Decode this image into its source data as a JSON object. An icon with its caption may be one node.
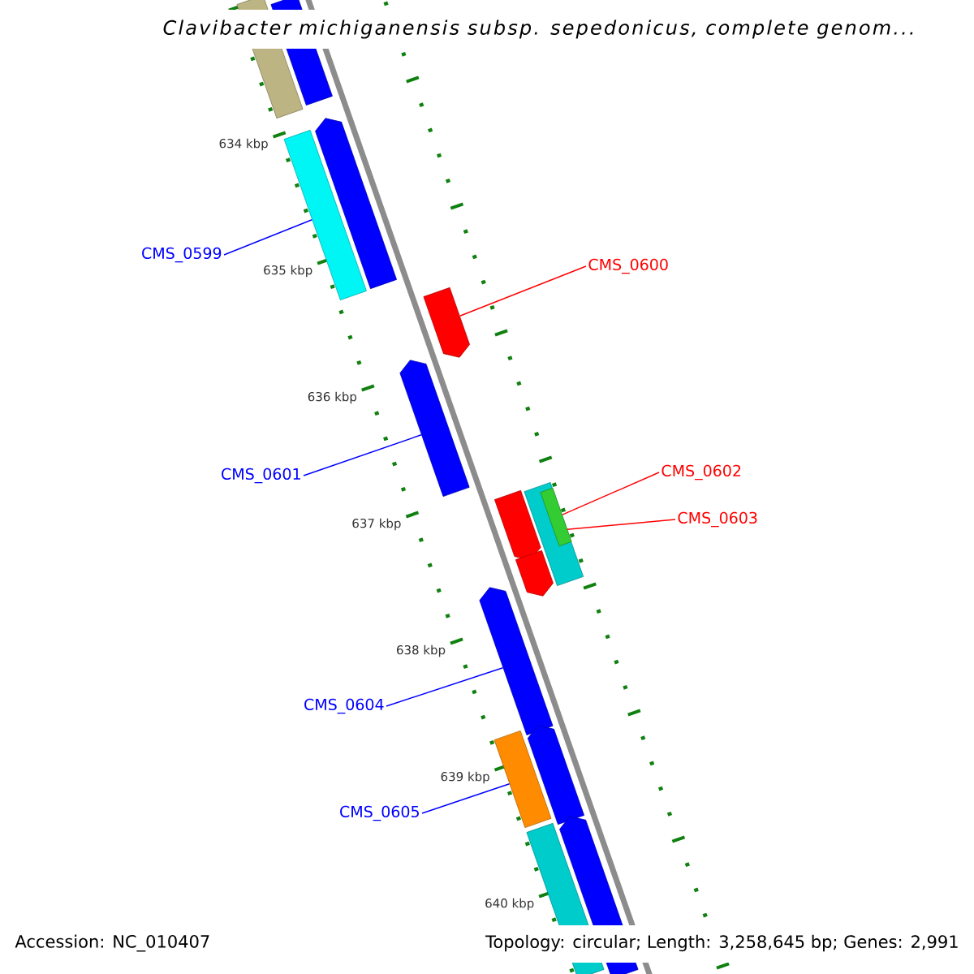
{
  "diagram": {
    "title": "Clavibacter michiganensis subsp. sepedonicus, complete genom...",
    "nodes": [
      {
        "text": [
          "CMS_0599"
        ]
      },
      {
        "text": [
          "CMS_0600"
        ]
      },
      {
        "text": [
          "CMS_0601"
        ]
      },
      {
        "text": [
          "CMS_0602"
        ]
      },
      {
        "text": [
          "CMS_0603"
        ]
      },
      {
        "text": [
          "CMS_0604"
        ]
      },
      {
        "text": [
          "CMS_0605"
        ]
      },
      {
        "text": [],
        "shape": "bar"
      },
      {
        "text": [],
        "shape": "bar"
      },
      {
        "text": [],
        "shape": "bar"
      },
      {
        "text": [],
        "shape": "bar"
      },
      {
        "text": [],
        "shape": "bar"
      },
      {
        "text": [],
        "shape": "bar"
      },
      {
        "text": [],
        "shape": "bar",
        "in": 14
      },
      {
        "text": [],
        "shape": "bar"
      },
      {
        "text": [],
        "shape": "bar"
      },
      {
        "text": [],
        "shape": "bar"
      },
      {
        "text": [],
        "shape": "bar"
      },
      {
        "text": [],
        "shape": "bar"
      },
      {
        "text": [],
        "shape": "bar"
      },
      {
        "text": [],
        "shape": "bar"
      },
      {
        "text": [],
        "shape": "bar"
      }
    ],
    "edges": [
      {
        "from": 0,
        "to": 10,
        "arrow": "none"
      },
      {
        "from": 1,
        "to": 11,
        "arrow": "none",
        "color": "#ff0000"
      },
      {
        "from": 2,
        "to": 12,
        "arrow": "none"
      },
      {
        "from": 3,
        "to": 13,
        "arrow": "none",
        "color": "#ff0000"
      },
      {
        "from": 4,
        "to": 14,
        "arrow": "none",
        "color": "#ff0000"
      },
      {
        "from": 5,
        "to": 17,
        "arrow": "none"
      },
      {
        "from": 6,
        "to": 19,
        "arrow": "none"
      }
    ],
    "labels": [
      "634 kbp",
      "635 kbp",
      "636 kbp",
      "637 kbp",
      "638 kbp",
      "639 kbp",
      "640 kbp",
      "Accession: NC_010407",
      "Topology: circular; Length: 3,258,645 bp; Genes: 2,991"
    ]
  }
}
